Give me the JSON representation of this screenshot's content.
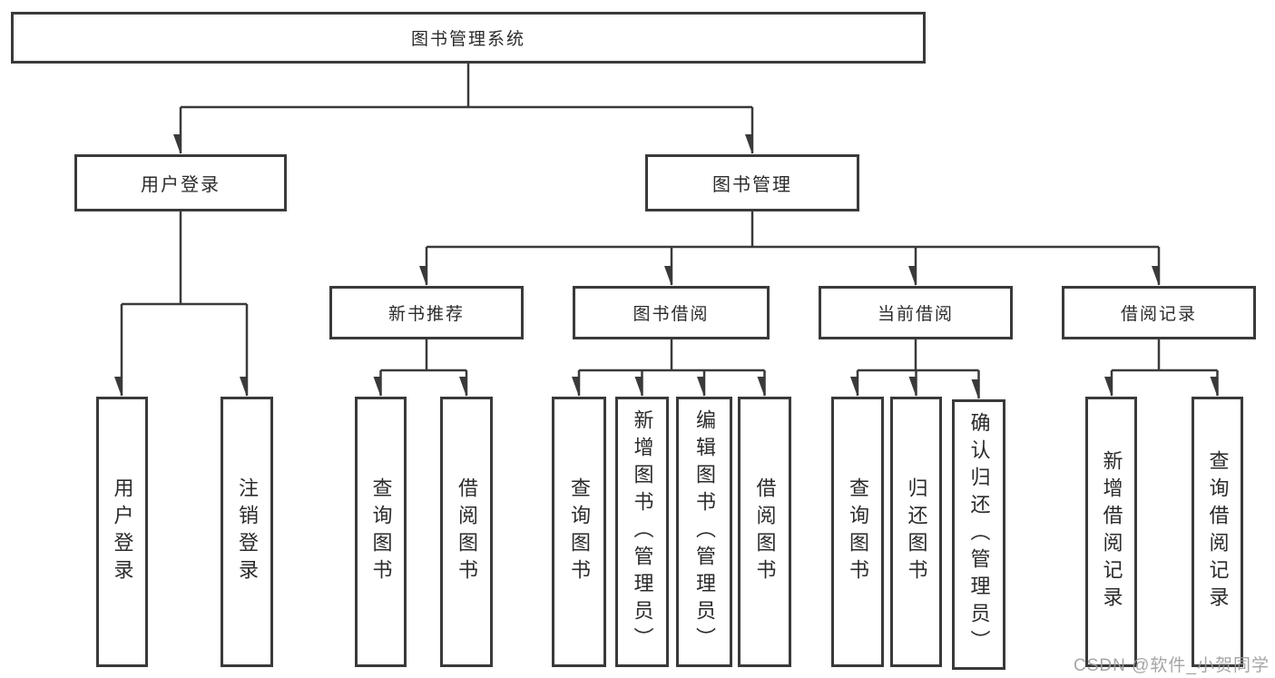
{
  "watermark": "CSDN @软件_小贺同学",
  "colors": {
    "background": "#ffffff",
    "line": "#3a3a3a",
    "box_border": "#3a3a3a",
    "text": "#2b2b2b",
    "watermark": "#9c9c9c"
  },
  "tree": {
    "root": {
      "label": "图书管理系统"
    },
    "branches": [
      {
        "label": "用户登录",
        "children": [
          {
            "label": "用户登录"
          },
          {
            "label": "注销登录"
          }
        ]
      },
      {
        "label": "图书管理",
        "children": [
          {
            "label": "新书推荐",
            "children": [
              {
                "label": "查询图书"
              },
              {
                "label": "借阅图书"
              }
            ]
          },
          {
            "label": "图书借阅",
            "children": [
              {
                "label": "查询图书"
              },
              {
                "label": "新增图书（管理员）"
              },
              {
                "label": "编辑图书（管理员）"
              },
              {
                "label": "借阅图书"
              }
            ]
          },
          {
            "label": "当前借阅",
            "children": [
              {
                "label": "查询图书"
              },
              {
                "label": "归还图书"
              },
              {
                "label": "确认归还（管理员）"
              }
            ]
          },
          {
            "label": "借阅记录",
            "children": [
              {
                "label": "新增借阅记录"
              },
              {
                "label": "查询借阅记录"
              }
            ]
          }
        ]
      }
    ]
  }
}
